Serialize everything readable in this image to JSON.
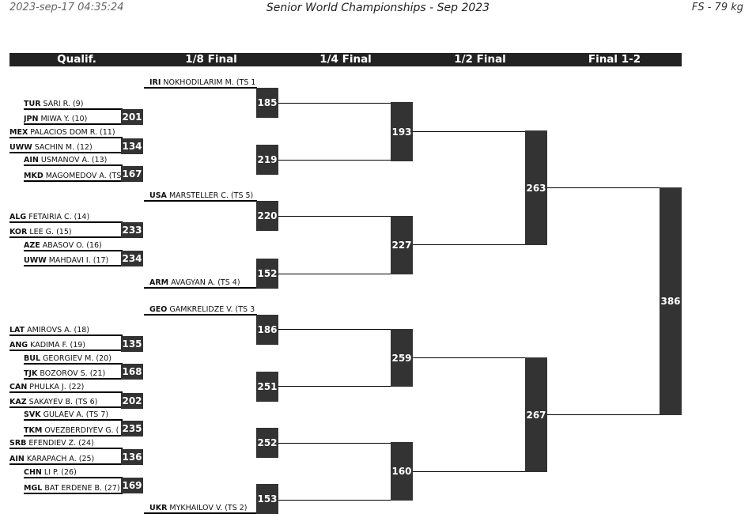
{
  "header": {
    "datetime": "2023-sep-17 04:35:24",
    "event": "Senior World Championships - Sep 2023",
    "category": "FS - 79 kg"
  },
  "columns": [
    "Qualif.",
    "1/8 Final",
    "1/4 Final",
    "1/2 Final",
    "Final 1-2"
  ],
  "athletes": [
    {
      "country": "IRI",
      "name": "NOKHODILARIM M. (TS 1)"
    },
    {
      "country": "TUR",
      "name": "SARI R. (9)"
    },
    {
      "country": "JPN",
      "name": "MIWA Y. (10)"
    },
    {
      "country": "MEX",
      "name": "PALACIOS DOM R. (11)"
    },
    {
      "country": "UWW",
      "name": "SACHIN M. (12)"
    },
    {
      "country": "AIN",
      "name": "USMANOV A. (13)"
    },
    {
      "country": "MKD",
      "name": "MAGOMEDOV A. (TS"
    },
    {
      "country": "USA",
      "name": "MARSTELLER C. (TS 5)"
    },
    {
      "country": "ALG",
      "name": "FETAIRIA C. (14)"
    },
    {
      "country": "KOR",
      "name": "LEE G. (15)"
    },
    {
      "country": "AZE",
      "name": "ABASOV O. (16)"
    },
    {
      "country": "UWW",
      "name": "MAHDAVI I. (17)"
    },
    {
      "country": "ARM",
      "name": "AVAGYAN A. (TS 4)"
    },
    {
      "country": "GEO",
      "name": "GAMKRELIDZE V. (TS 3)"
    },
    {
      "country": "LAT",
      "name": "AMIROVS A. (18)"
    },
    {
      "country": "ANG",
      "name": "KADIMA F. (19)"
    },
    {
      "country": "BUL",
      "name": "GEORGIEV M. (20)"
    },
    {
      "country": "TJK",
      "name": "BOZOROV S. (21)"
    },
    {
      "country": "CAN",
      "name": "PHULKA J. (22)"
    },
    {
      "country": "KAZ",
      "name": "SAKAYEV B. (TS 6)"
    },
    {
      "country": "SVK",
      "name": "GULAEV A. (TS 7)"
    },
    {
      "country": "TKM",
      "name": "OVEZBERDIYEV G. ("
    },
    {
      "country": "SRB",
      "name": "EFENDIEV Z. (24)"
    },
    {
      "country": "AIN",
      "name": "KARAPACH A. (25)"
    },
    {
      "country": "CHN",
      "name": "LI P. (26)"
    },
    {
      "country": "MGL",
      "name": "BAT ERDENE B. (27)"
    },
    {
      "country": "UKR",
      "name": "MYKHAILOV V. (TS 2)"
    }
  ],
  "bouts": {
    "qualif": [
      "201",
      "134",
      "167",
      "233",
      "234",
      "135",
      "168",
      "202",
      "235",
      "136",
      "169"
    ],
    "r16": [
      "185",
      "219",
      "220",
      "152",
      "186",
      "251",
      "252",
      "153"
    ],
    "qf": [
      "193",
      "227",
      "259",
      "160"
    ],
    "sf": [
      "263",
      "267"
    ],
    "final": [
      "386"
    ]
  }
}
